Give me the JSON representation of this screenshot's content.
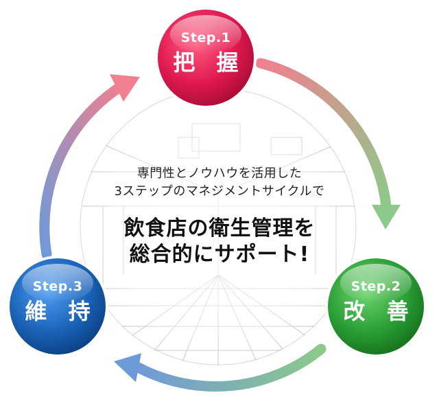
{
  "intro": {
    "line1": "専門性とノウハウを活用した",
    "line2": "3ステップのマネジメントサイクルで"
  },
  "headline": {
    "line1": "飲食店の衛生管理を",
    "line2": "総合的にサポート!"
  },
  "steps": [
    {
      "number": "Step.1",
      "name": "把 握",
      "color": "#e0194f"
    },
    {
      "number": "Step.2",
      "name": "改 善",
      "color": "#2a9e35"
    },
    {
      "number": "Step.3",
      "name": "維 持",
      "color": "#1a63b8"
    }
  ],
  "arrow_colors": {
    "step1_to_step2": [
      "#f0808f",
      "#8cc98a"
    ],
    "step2_to_step3": [
      "#8cc98a",
      "#6f9ad8"
    ],
    "step3_to_step1": [
      "#6f9ad8",
      "#f0808f"
    ]
  }
}
